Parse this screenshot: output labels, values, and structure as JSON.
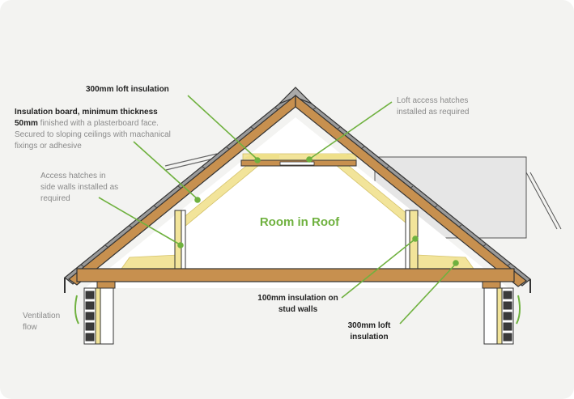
{
  "labels": {
    "loft_top": "300mm loft insulation",
    "board_bold": "Insulation board, minimum thickness 50mm",
    "board_rest": " finished with a plasterboard face. Secured to sloping ceilings with machanical fixings or adhesive",
    "side_hatches": "Access hatches in side walls installed as required",
    "loft_hatches": "Loft access hatches installed as required",
    "room": "Room in Roof",
    "stud": "100mm insulation on stud walls",
    "loft_bottom": "300mm loft insulation",
    "ventilation": "Ventilation flow"
  },
  "colors": {
    "timber": "#c7904f",
    "insulation": "#f2e49a",
    "leader": "#6fb13f",
    "outline": "#333333",
    "slate": "#8f8f8f"
  }
}
